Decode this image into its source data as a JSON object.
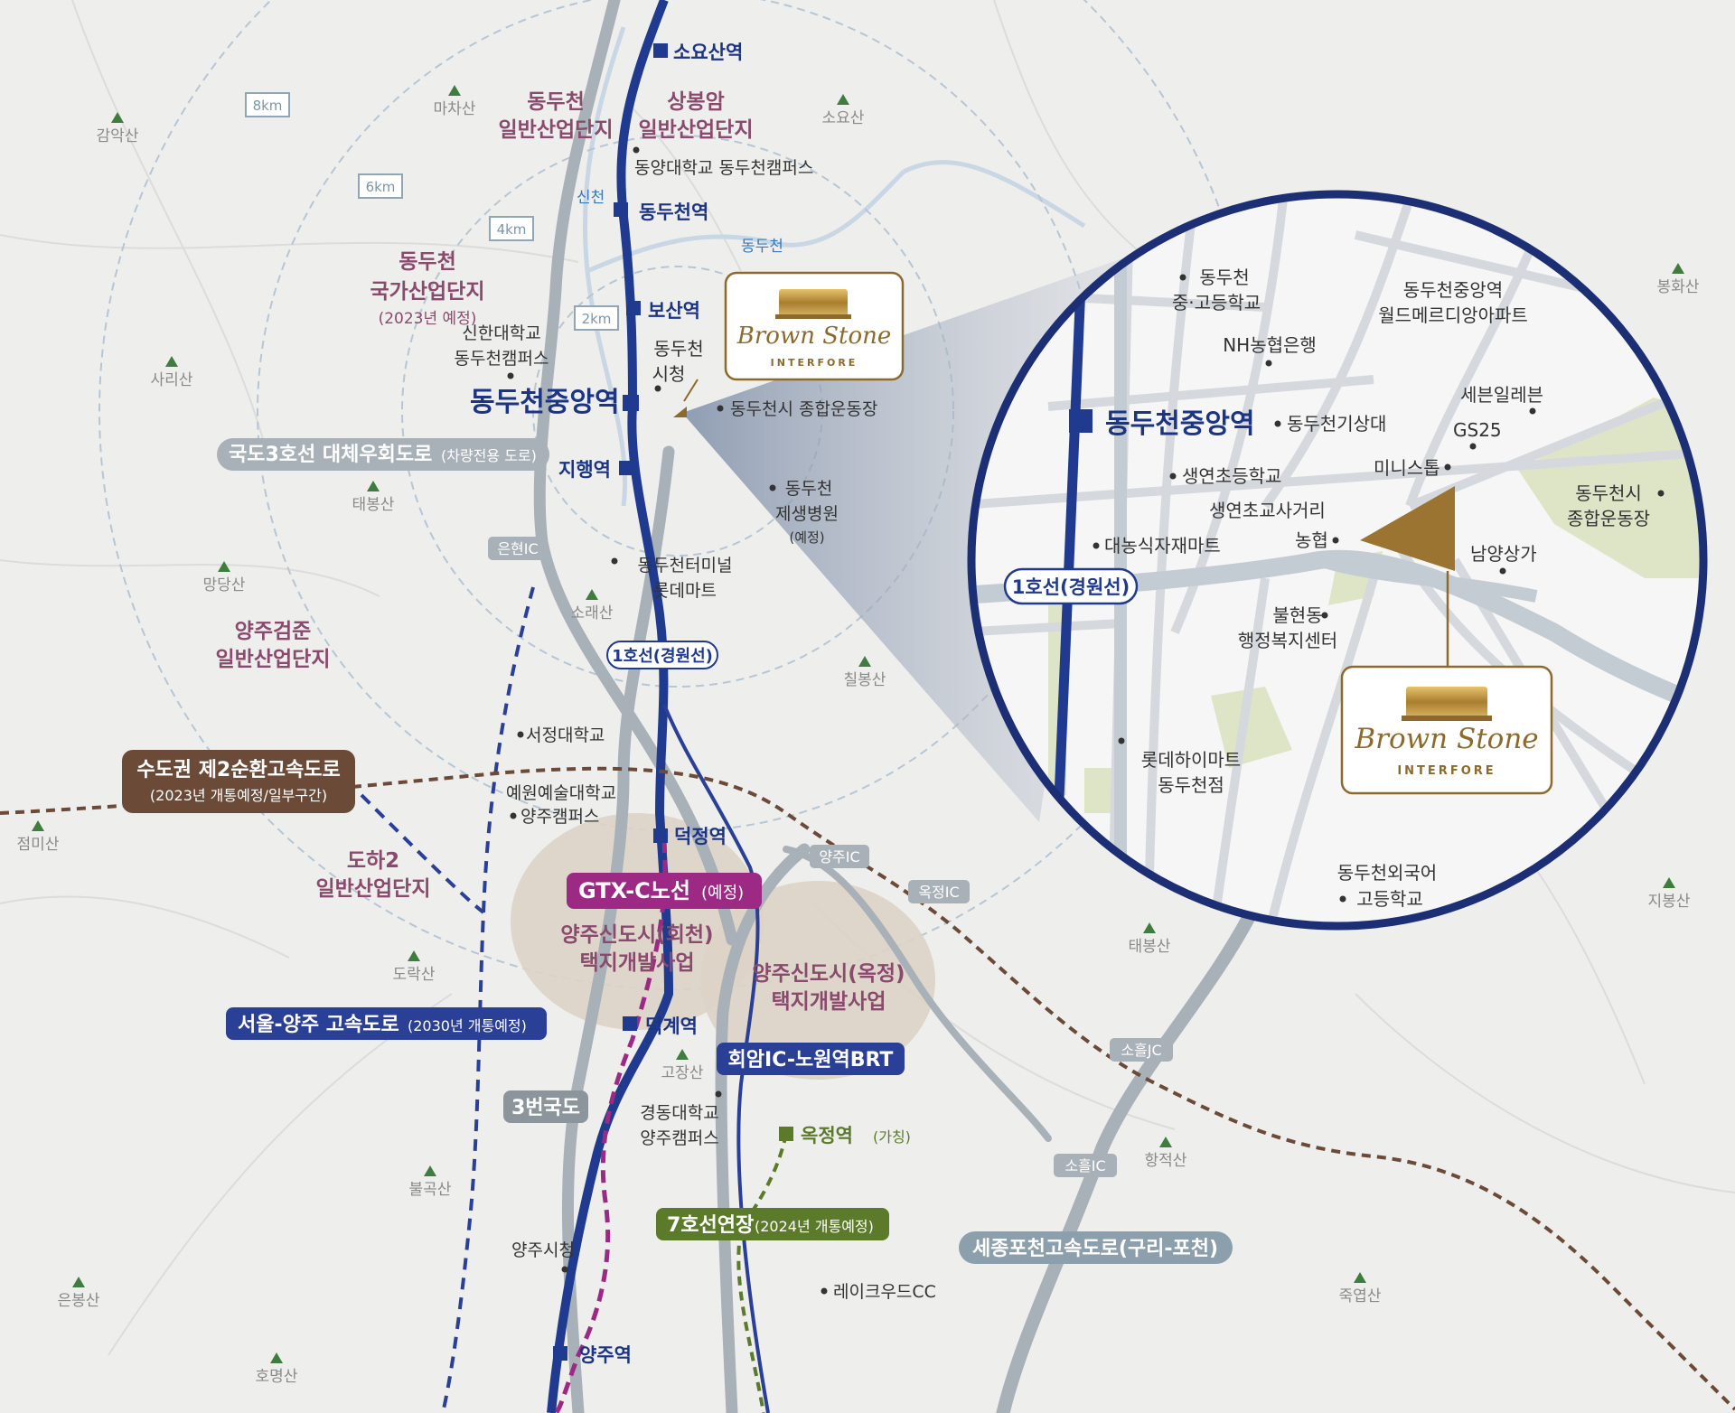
{
  "distance_rings": [
    "8km",
    "6km",
    "4km",
    "2km"
  ],
  "mountains": [
    "감악산",
    "마차산",
    "소요산",
    "사리산",
    "태봉산",
    "망당산",
    "소래산",
    "칠봉산",
    "점미산",
    "도락산",
    "불곡산",
    "고장산",
    "은봉산",
    "호명산",
    "태봉산",
    "항적산",
    "죽엽산",
    "지봉산",
    "봉화산"
  ],
  "zones": {
    "dongducheon_ind": [
      "동두천",
      "일반산업단지"
    ],
    "sangbongam_ind": [
      "상봉암",
      "일반산업단지"
    ],
    "national_ind": [
      "동두천",
      "국가산업단지",
      "(2023년 예정)"
    ],
    "yangju_geomjun": [
      "양주검준",
      "일반산업단지"
    ],
    "doha2": [
      "도하2",
      "일반산업단지"
    ],
    "hoecheon": [
      "양주신도시(회천)",
      "택지개발사업"
    ],
    "okjeong": [
      "양주신도시(옥정)",
      "택지개발사업"
    ]
  },
  "stations": {
    "soyosan": "소요산역",
    "dongducheon": "동두천역",
    "bosan": "보산역",
    "dongducheon_jungang": "동두천중앙역",
    "jihaeng": "지행역",
    "deokjeong": "덕정역",
    "deokgye": "덕계역",
    "yangju": "양주역",
    "okjeong_main": "옥정역",
    "okjeong_sub": "(가칭)"
  },
  "rivers": {
    "sincheon": "신천",
    "dongducheon": "동두천"
  },
  "pois": {
    "dongyang_univ": "동양대학교 동두천캠퍼스",
    "shinhan_univ": [
      "신한대학교",
      "동두천캠퍼스"
    ],
    "city_hall": [
      "동두천",
      "시청"
    ],
    "sports": "동두천시 종합운동장",
    "hospital": [
      "동두천",
      "제생병원",
      "(예정)"
    ],
    "terminal": [
      "동두천터미널",
      "롯데마트"
    ],
    "seojeong_univ": "서정대학교",
    "yewon_univ": [
      "예원예술대학교",
      "양주캠퍼스"
    ],
    "kyungdong_univ": [
      "경동대학교",
      "양주캠퍼스"
    ],
    "yangju_cityhall": "양주시청",
    "lakewood": "레이크우드CC"
  },
  "ics": [
    "은현IC",
    "양주IC",
    "옥정IC",
    "소흘JC",
    "소흘IC"
  ],
  "labels": {
    "route3_bypass_main": "국도3호선 대체우회도로",
    "route3_bypass_sub": "(차량전용 도로)",
    "line1": "1호선(경원선)",
    "ring2_main": "수도권 제2순환고속도로",
    "ring2_sub": "(2023년 개통예정/일부구간)",
    "gtx_main": "GTX-C노선",
    "gtx_sub": "(예정)",
    "seoul_yangju_main": "서울-양주 고속도로",
    "seoul_yangju_sub": "(2030년 개통예정)",
    "brt": "회암IC-노원역BRT",
    "route3": "3번국도",
    "line7_main": "7호선연장",
    "line7_sub": "(2024년 개통예정)",
    "sejong_pocheon": "세종포천고속도로(구리-포천)"
  },
  "brand": {
    "name": "Brown Stone",
    "sub": "INTERFORE"
  },
  "inset": {
    "school1": [
      "동두천",
      "중·고등학교"
    ],
    "apt": [
      "동두천중앙역",
      "월드메르디앙아파트"
    ],
    "nh_bank": "NH농협은행",
    "station": "동두천중앙역",
    "weather": "동두천기상대",
    "seven": "세븐일레븐",
    "gs25": "GS25",
    "ministop": "미니스톱",
    "saengyeon_school": "생연초등학교",
    "crossroad": "생연초교사거리",
    "nonghyup": "농협",
    "daenong": "대농식자재마트",
    "sports": [
      "동두천시",
      "종합운동장"
    ],
    "namyang": "남양상가",
    "line1": "1호선(경원선)",
    "bulhyeon": [
      "불현동",
      "행정복지센터"
    ],
    "lotte": [
      "롯데하이마트",
      "동두천점"
    ],
    "foreign_school": [
      "동두천외국어",
      "고등학교"
    ]
  },
  "colors": {
    "line1": "#1f3a8f",
    "gtx": "#9c2a85",
    "line7": "#5b7a2a",
    "ring2": "#6b4a38",
    "seoul_yangju": "#2a3f96",
    "road_gray": "#a8b1b8",
    "brand_gold": "#8d6a2c"
  }
}
